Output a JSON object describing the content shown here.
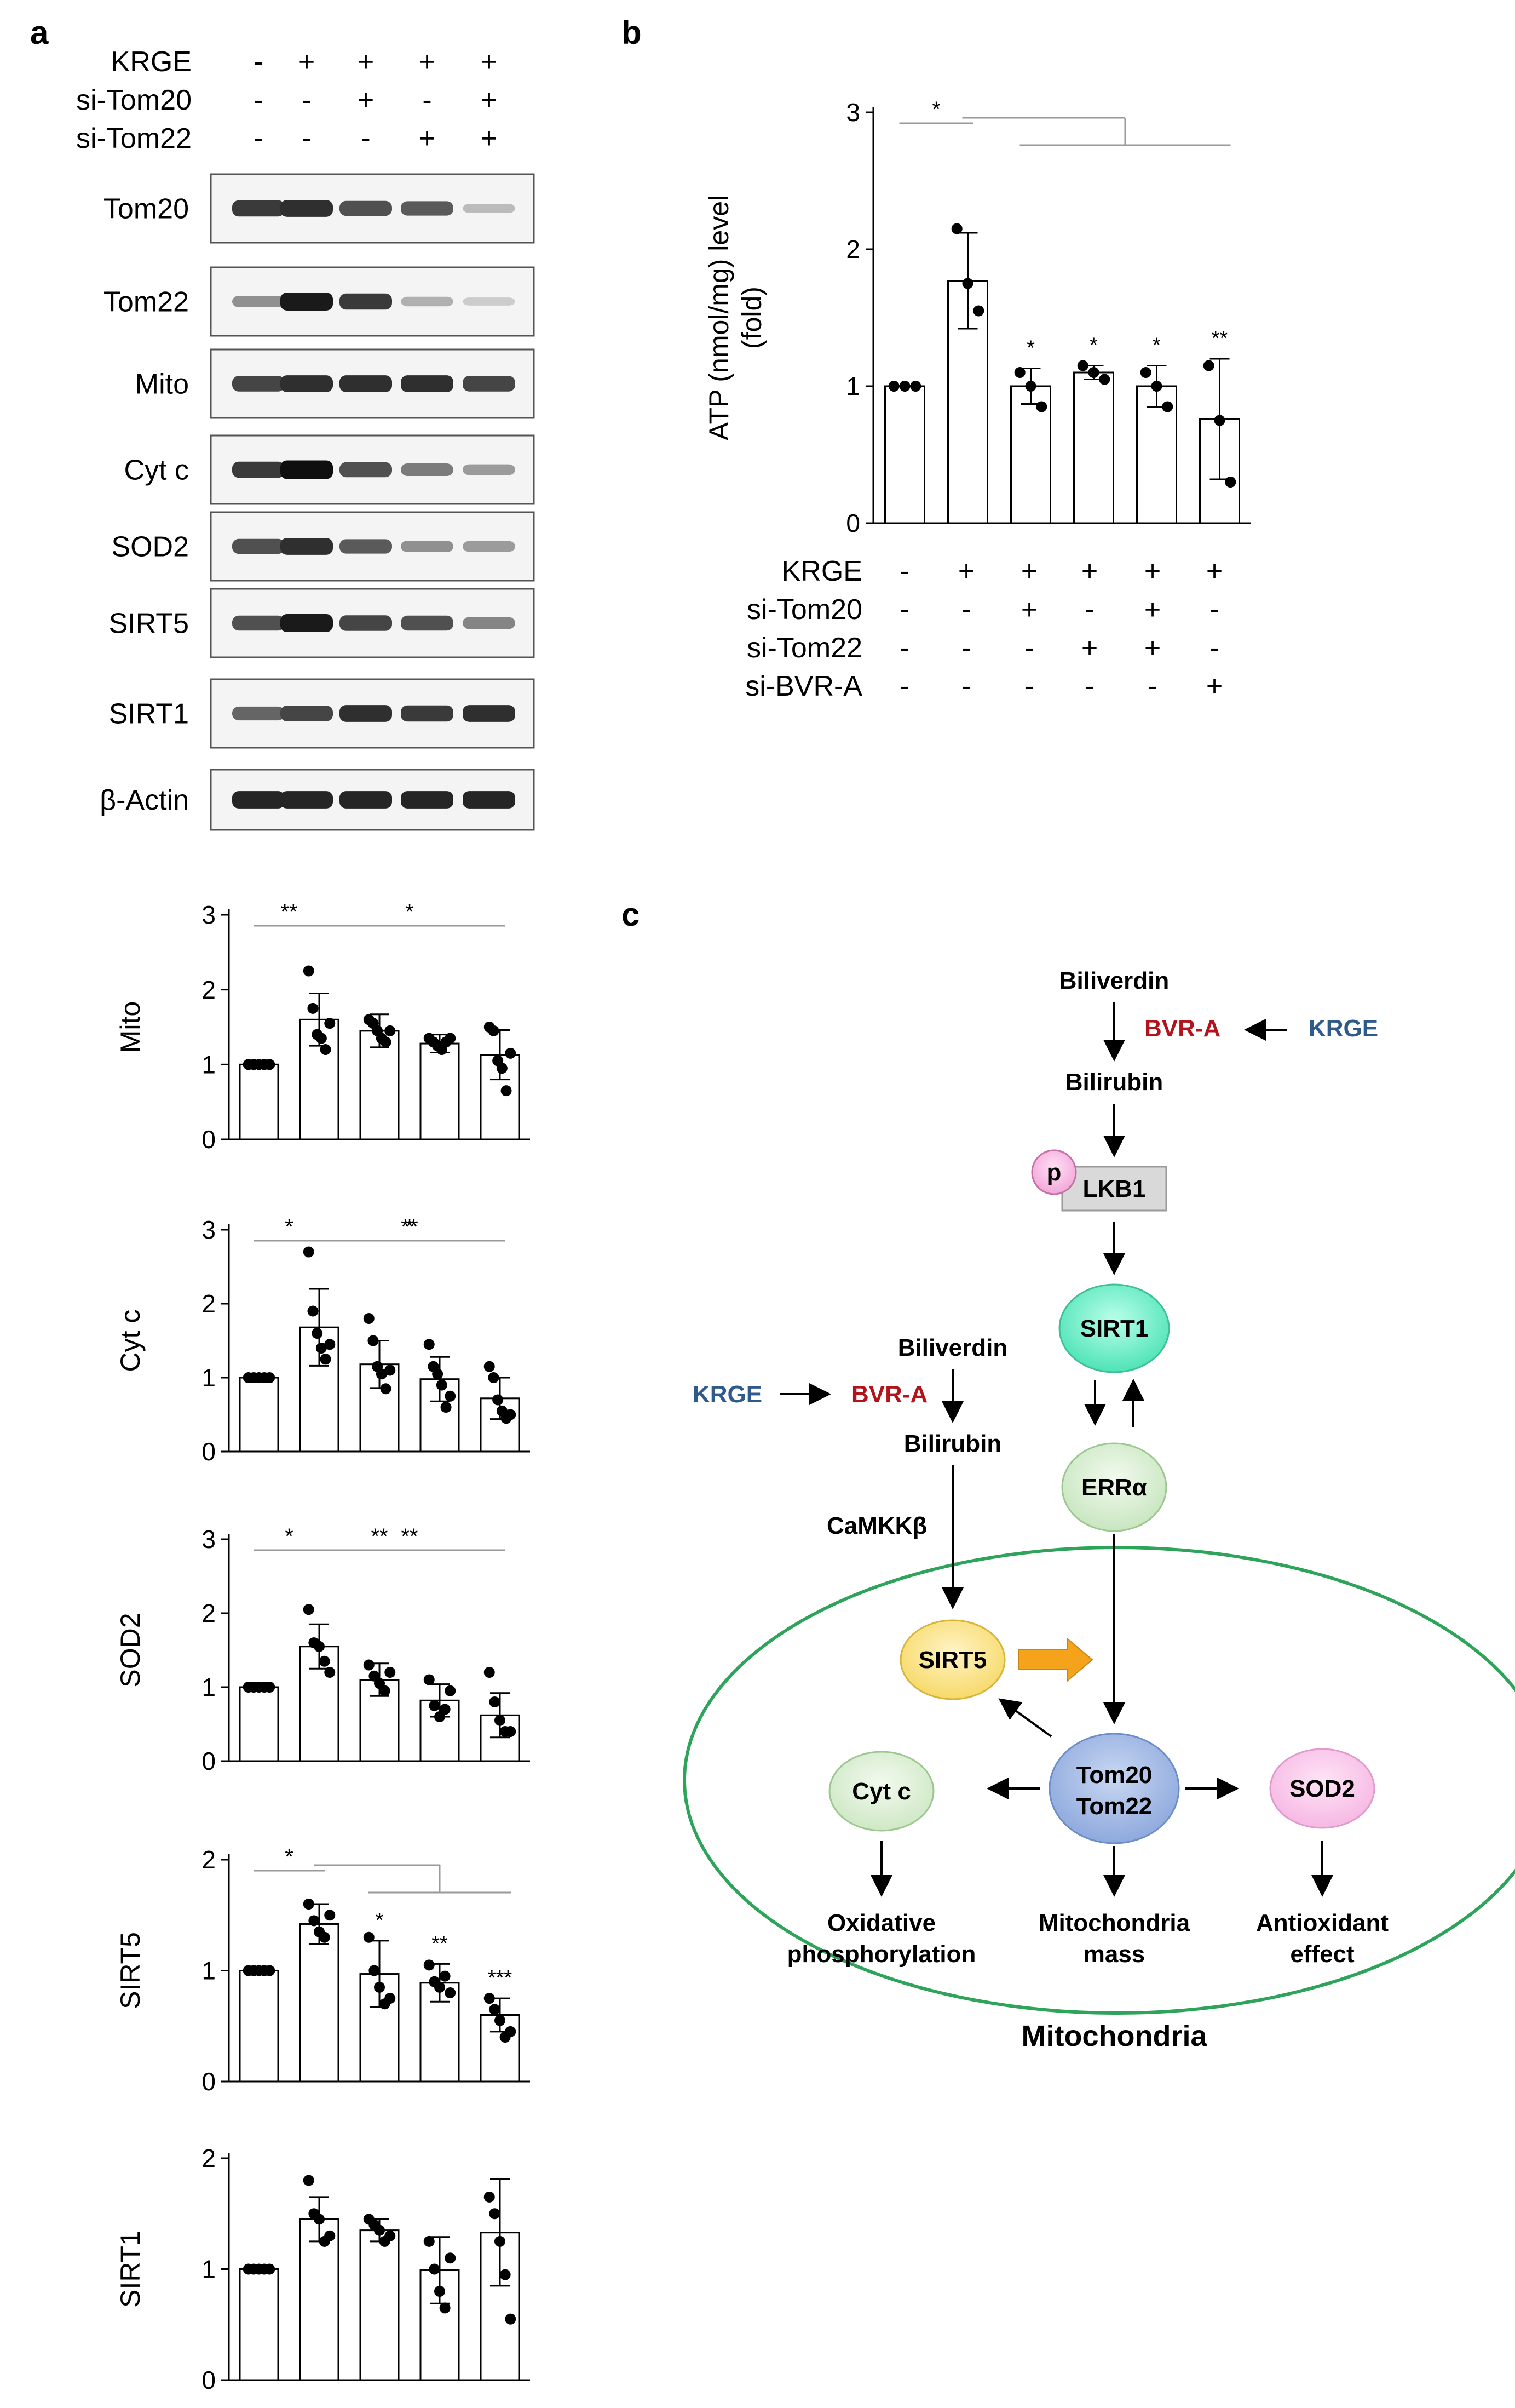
{
  "panel_labels": {
    "a": "a",
    "b": "b",
    "c": "c"
  },
  "conditions_a": {
    "rows": [
      {
        "label": "KRGE",
        "signs": [
          "-",
          "+",
          "+",
          "+",
          "+"
        ]
      },
      {
        "label": "si-Tom20",
        "signs": [
          "-",
          "-",
          "+",
          "-",
          "+"
        ]
      },
      {
        "label": "si-Tom22",
        "signs": [
          "-",
          "-",
          "-",
          "+",
          "+"
        ]
      }
    ]
  },
  "blots": [
    {
      "label": "Tom20",
      "intensities": [
        0.8,
        0.85,
        0.7,
        0.65,
        0.2
      ]
    },
    {
      "label": "Tom22",
      "intensities": [
        0.4,
        0.95,
        0.8,
        0.25,
        0.12
      ]
    },
    {
      "label": "Mito",
      "intensities": [
        0.75,
        0.85,
        0.85,
        0.85,
        0.75
      ]
    },
    {
      "label": "Cyt c",
      "intensities": [
        0.8,
        1.0,
        0.7,
        0.5,
        0.35
      ]
    },
    {
      "label": "SOD2",
      "intensities": [
        0.7,
        0.85,
        0.65,
        0.4,
        0.35
      ]
    },
    {
      "label": "SIRT5",
      "intensities": [
        0.7,
        0.95,
        0.75,
        0.7,
        0.45
      ]
    },
    {
      "label": "SIRT1",
      "intensities": [
        0.6,
        0.75,
        0.85,
        0.8,
        0.85
      ]
    },
    {
      "label": "β-Actin",
      "intensities": [
        0.9,
        0.9,
        0.9,
        0.9,
        0.9
      ]
    }
  ],
  "chart_data": [
    {
      "type": "bar",
      "id": "a-mito",
      "ylabel": "Mito",
      "ylim": [
        0,
        3
      ],
      "yticks": [
        "0",
        "1",
        "2",
        "3"
      ],
      "values": [
        1.0,
        1.6,
        1.45,
        1.28,
        1.13
      ],
      "errors": [
        0.0,
        0.35,
        0.22,
        0.12,
        0.33
      ],
      "points": [
        [
          1,
          1,
          1,
          1,
          1
        ],
        [
          2.25,
          1.75,
          1.4,
          1.35,
          1.2,
          1.55
        ],
        [
          1.6,
          1.55,
          1.45,
          1.35,
          1.3,
          1.45
        ],
        [
          1.35,
          1.3,
          1.25,
          1.2,
          1.3,
          1.35
        ],
        [
          1.5,
          1.45,
          1.05,
          0.95,
          0.65,
          1.15
        ]
      ],
      "signif": [
        {
          "from": 0,
          "to": 1,
          "text": "**"
        },
        {
          "from": 1,
          "to": 4,
          "text": "*"
        }
      ]
    },
    {
      "type": "bar",
      "id": "a-cytc",
      "ylabel": "Cyt c",
      "ylim": [
        0,
        3
      ],
      "yticks": [
        "0",
        "1",
        "2",
        "3"
      ],
      "values": [
        1.0,
        1.68,
        1.18,
        0.98,
        0.72
      ],
      "errors": [
        0.0,
        0.52,
        0.32,
        0.3,
        0.28
      ],
      "points": [
        [
          1,
          1,
          1,
          1,
          1
        ],
        [
          2.7,
          1.9,
          1.6,
          1.4,
          1.25,
          1.45
        ],
        [
          1.8,
          1.5,
          1.15,
          1.05,
          0.85,
          1.1
        ],
        [
          1.45,
          1.15,
          1.05,
          0.9,
          0.6,
          0.75
        ],
        [
          1.15,
          1.0,
          0.7,
          0.55,
          0.45,
          0.5
        ]
      ],
      "signif": [
        {
          "from": 0,
          "to": 1,
          "text": "*"
        },
        {
          "from": 2,
          "to": 3,
          "text": "*"
        },
        {
          "from": 1,
          "to": 4,
          "text": "**"
        }
      ]
    },
    {
      "type": "bar",
      "id": "a-sod2",
      "ylabel": "SOD2",
      "ylim": [
        0,
        3
      ],
      "yticks": [
        "0",
        "1",
        "2",
        "3"
      ],
      "values": [
        1.0,
        1.55,
        1.1,
        0.82,
        0.62
      ],
      "errors": [
        0.0,
        0.3,
        0.22,
        0.22,
        0.3
      ],
      "points": [
        [
          1,
          1,
          1,
          1,
          1
        ],
        [
          2.05,
          1.6,
          1.55,
          1.35,
          1.2
        ],
        [
          1.3,
          1.15,
          1.05,
          0.95,
          1.2
        ],
        [
          1.1,
          0.75,
          0.6,
          0.7,
          0.95
        ],
        [
          1.2,
          0.8,
          0.55,
          0.4,
          0.4
        ]
      ],
      "signif": [
        {
          "from": 0,
          "to": 1,
          "text": "*"
        },
        {
          "from": 1,
          "to": 3,
          "text": "**"
        },
        {
          "from": 1,
          "to": 4,
          "text": "**"
        }
      ]
    },
    {
      "type": "bar",
      "id": "a-sirt5",
      "ylabel": "SIRT5",
      "ylim": [
        0,
        2
      ],
      "yticks": [
        "0",
        "1",
        "2"
      ],
      "values": [
        1.0,
        1.42,
        0.97,
        0.89,
        0.6
      ],
      "errors": [
        0.0,
        0.18,
        0.3,
        0.17,
        0.15
      ],
      "points": [
        [
          1,
          1,
          1,
          1,
          1
        ],
        [
          1.6,
          1.45,
          1.35,
          1.3,
          1.5
        ],
        [
          1.3,
          1.0,
          0.85,
          0.7,
          0.75
        ],
        [
          1.05,
          0.9,
          0.85,
          0.95,
          0.8
        ],
        [
          0.75,
          0.65,
          0.55,
          0.4,
          0.45
        ]
      ],
      "signif": [
        {
          "from": 0,
          "to": 1,
          "text": "*"
        }
      ],
      "group_bracket": {
        "from": 1,
        "to": 4,
        "stem_from": 2,
        "stem_to": 4
      },
      "star_labels": [
        "",
        "",
        "*",
        "**",
        "***"
      ]
    },
    {
      "type": "bar",
      "id": "a-sirt1",
      "ylabel": "SIRT1",
      "ylim": [
        0,
        2
      ],
      "yticks": [
        "0",
        "1",
        "2"
      ],
      "values": [
        1.0,
        1.45,
        1.35,
        0.99,
        1.33
      ],
      "errors": [
        0.0,
        0.2,
        0.1,
        0.3,
        0.48
      ],
      "points": [
        [
          1,
          1,
          1,
          1,
          1
        ],
        [
          1.8,
          1.5,
          1.45,
          1.25,
          1.3
        ],
        [
          1.45,
          1.4,
          1.35,
          1.25,
          1.3
        ],
        [
          1.25,
          1.0,
          0.8,
          0.65,
          1.1
        ],
        [
          1.65,
          1.5,
          1.25,
          0.95,
          0.55
        ]
      ],
      "signif": []
    },
    {
      "type": "bar",
      "id": "b-atp",
      "ylabel": "ATP (nmol/mg) level\n(fold)",
      "ylim": [
        0,
        3
      ],
      "yticks": [
        "0",
        "1",
        "2",
        "3"
      ],
      "values": [
        1.0,
        1.77,
        1.0,
        1.1,
        1.0,
        0.76
      ],
      "errors": [
        0.0,
        0.35,
        0.13,
        0.05,
        0.15,
        0.44
      ],
      "points": [
        [
          1,
          1,
          1
        ],
        [
          2.15,
          1.75,
          1.55
        ],
        [
          1.1,
          1.0,
          0.85
        ],
        [
          1.15,
          1.1,
          1.05
        ],
        [
          1.1,
          1.0,
          0.85
        ],
        [
          1.15,
          0.75,
          0.3
        ]
      ],
      "signif": [
        {
          "from": 0,
          "to": 1,
          "text": "*"
        }
      ],
      "group_bracket": {
        "from": 1,
        "to": 5,
        "stem_from": 2,
        "stem_to": 5
      },
      "star_labels": [
        "",
        "",
        "*",
        "*",
        "*",
        "**"
      ]
    }
  ],
  "conditions_b": {
    "rows": [
      {
        "label": "KRGE",
        "signs": [
          "-",
          "+",
          "+",
          "+",
          "+",
          "+"
        ]
      },
      {
        "label": "si-Tom20",
        "signs": [
          "-",
          "-",
          "+",
          "-",
          "+",
          "-"
        ]
      },
      {
        "label": "si-Tom22",
        "signs": [
          "-",
          "-",
          "-",
          "+",
          "+",
          "-"
        ]
      },
      {
        "label": "si-BVR-A",
        "signs": [
          "-",
          "-",
          "-",
          "-",
          "-",
          "+"
        ]
      }
    ]
  },
  "diagram": {
    "colors": {
      "bvr": "#b3141c",
      "krge": "#2e5a8c",
      "membrane": "#2ea35a",
      "sirt5_arrow": "#f5a31a"
    },
    "biliverdin_top": "Biliverdin",
    "bvra_top": "BVR-A",
    "krge_top": "KRGE",
    "bilirubin_top": "Bilirubin",
    "p_label": "p",
    "lkb1": "LKB1",
    "sirt1": "SIRT1",
    "erra": "ERRα",
    "biliverdin_left": "Biliverdin",
    "krge_left": "KRGE",
    "bvra_left": "BVR-A",
    "bilirubin_left": "Bilirubin",
    "camkk": "CaMKKβ",
    "sirt5": "SIRT5",
    "tom_1": "Tom20",
    "tom_2": "Tom22",
    "cytc": "Cyt c",
    "sod2": "SOD2",
    "oxphos_1": "Oxidative",
    "oxphos_2": "phosphorylation",
    "mass_1": "Mitochondria",
    "mass_2": "mass",
    "anti_1": "Antioxidant",
    "anti_2": "effect",
    "mito": "Mitochondria"
  }
}
